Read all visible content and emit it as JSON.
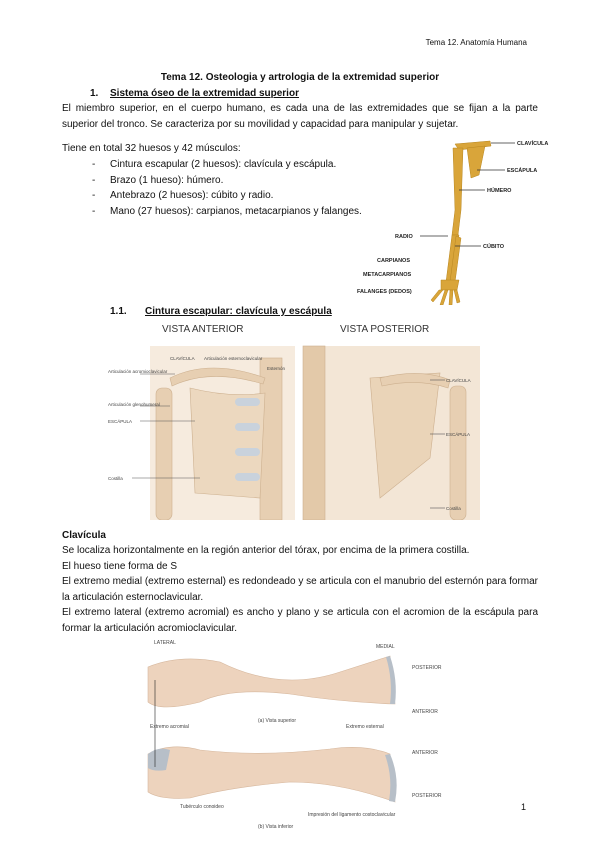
{
  "header": {
    "running_title": "Tema 12. Anatomía Humana"
  },
  "title": "Tema 12. Osteologia y artrologia de la extremidad superior",
  "section1": {
    "number": "1.",
    "heading": "Sistema óseo de la extremidad superior",
    "intro": "El miembro superior, en el cuerpo humano, es cada una de las extremidades que se fijan a la parte superior del tronco. Se caracteriza por su movilidad y capacidad para manipular y sujetar.",
    "total": "Tiene en total 32 huesos y 42 músculos:",
    "bullets": [
      "Cintura escapular (2 huesos): clavícula y escápula.",
      "Brazo (1 hueso): húmero.",
      "Antebrazo (2 huesos): cúbito y radio.",
      "Mano (27 huesos): carpianos, metacarpianos y falanges."
    ],
    "bullet_marker": "-"
  },
  "arm_figure": {
    "labels": [
      "CLAVÍCULA",
      "ESCÁPULA",
      "HÚMERO",
      "RADIO",
      "CÚBITO",
      "CARPIANOS",
      "METACARPIANOS",
      "FALANGES (DEDOS)"
    ]
  },
  "section11": {
    "number": "1.1.",
    "heading": "Cintura escapular: clavícula y escápula"
  },
  "shoulder_figure": {
    "anterior_title": "VISTA ANTERIOR",
    "posterior_title": "VISTA POSTERIOR",
    "anterior_labels": [
      "CLAVÍCULA",
      "Articulación esternoclavicular",
      "Esternón",
      "Articulación acromioclavicular",
      "Articulación glenohumeral",
      "ESCÁPULA",
      "Costilla"
    ],
    "posterior_labels": [
      "CLAVÍCULA",
      "ESCÁPULA",
      "Costilla"
    ]
  },
  "clavicula": {
    "heading": "Clavícula",
    "lines": [
      "Se localiza horizontalmente en la región anterior del tórax, por encima de la primera costilla.",
      "El hueso tiene forma de S",
      "El extremo medial (extremo esternal) es redondeado y se articula con el manubrio del esternón para formar la articulación esternoclavicular.",
      "El extremo lateral (extremo acromial) es ancho y plano y se articula con el acromion de la escápula para formar la articulación acromioclavicular."
    ]
  },
  "clavicle_figure": {
    "lateral": "LATERAL",
    "medial": "MEDIAL",
    "posterior": "POSTERIOR",
    "anterior": "ANTERIOR",
    "caption_a": "(a) Vista superior",
    "caption_b": "(b) Vista inferior",
    "extremo_acromial": "Extremo acromial",
    "extremo_esternal": "Extremo esternal",
    "tuberculo": "Tubérculo conoideo",
    "impresion": "Impresión del ligamento costoclavicular"
  },
  "footer": {
    "page_number": "1"
  },
  "colors": {
    "bone": "#e9d3b8",
    "bone_yellow": "#d9a53a",
    "cartilage": "#c9d2dc"
  }
}
